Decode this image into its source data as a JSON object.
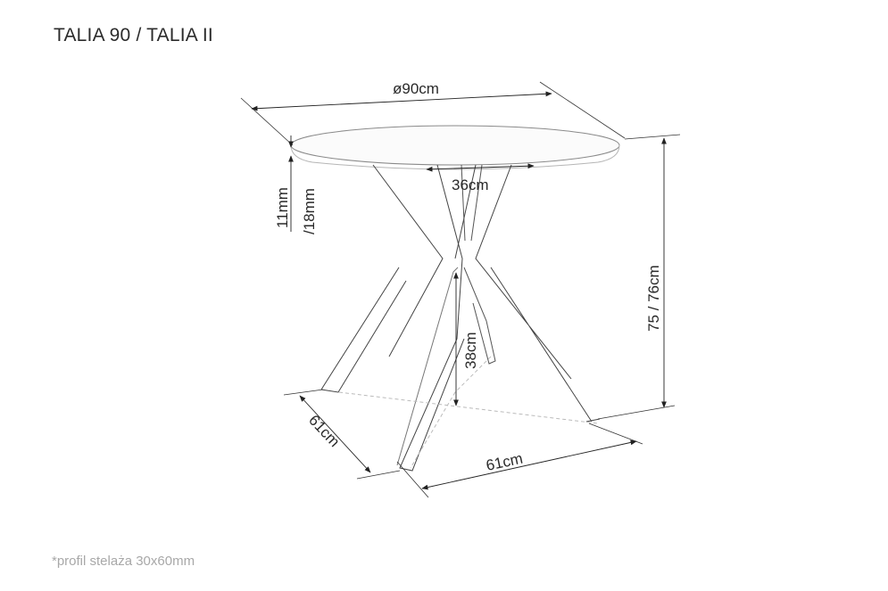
{
  "title": "TALIA 90 / TALIA II",
  "footnote": "*profil stelaża 30x60mm",
  "dimensions": {
    "diameter": "ø90cm",
    "top_thickness_a": "11mm",
    "top_thickness_b": "/18mm",
    "frame_top_width": "36cm",
    "height": "75 / 76cm",
    "cross_height": "38cm",
    "base_depth": "61cm",
    "base_width": "61cm"
  },
  "colors": {
    "line": "#333333",
    "light_line": "#9a9a9a",
    "text": "#2a2a2a",
    "footnote": "#a8a8a8"
  }
}
